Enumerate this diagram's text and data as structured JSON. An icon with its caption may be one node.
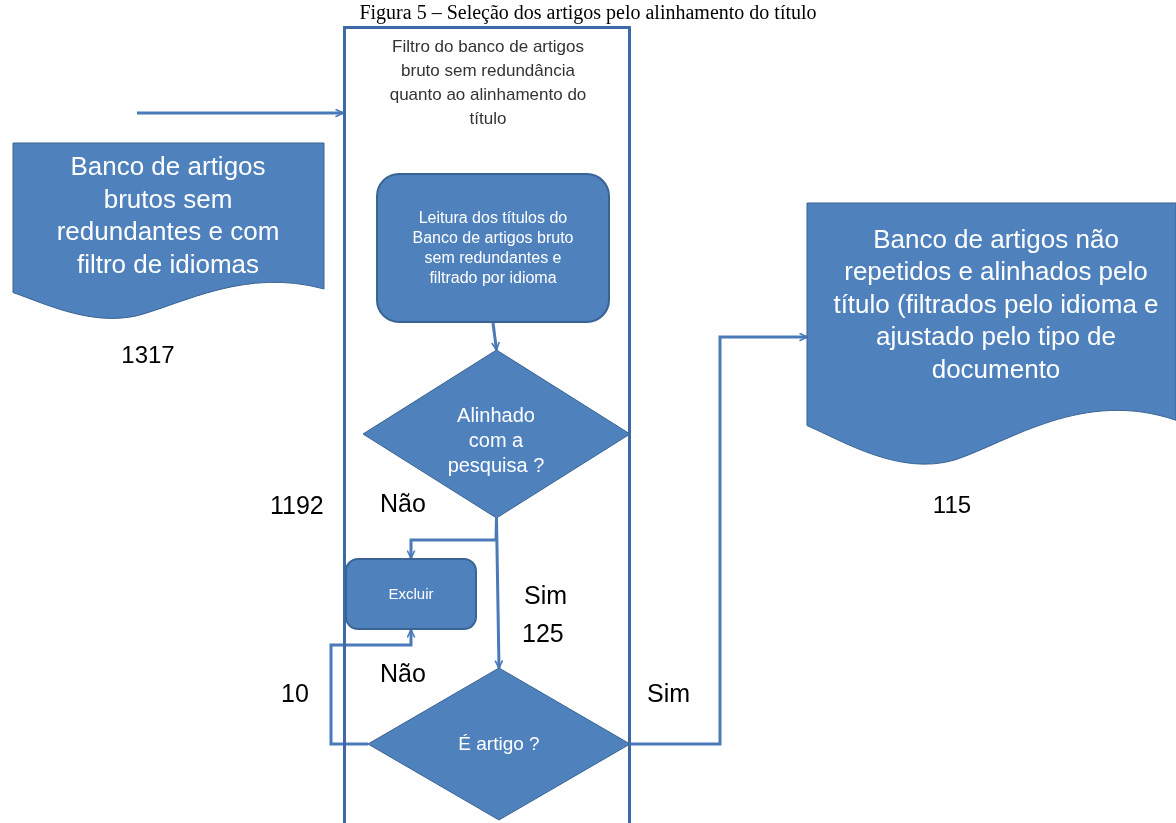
{
  "diagram": {
    "title": "Figura 5 – Seleção dos artigos pelo alinhamento do título",
    "nodes": [
      {
        "text": [
          "Filtro do banco de artigos bruto sem redundância quanto ao alinhamento do título"
        ]
      },
      {
        "text": [
          "Banco de artigos brutos sem redundantes e com filtro de idiomas"
        ],
        "beside": [
          "1317"
        ]
      },
      {
        "text": [
          "Leitura dos títulos do Banco de artigos bruto sem redundantes e filtrado por idioma"
        ],
        "in": 0
      },
      {
        "text": [
          "Alinhado com a pesquisa ?"
        ],
        "in": 0
      },
      {
        "text": [
          "Excluir"
        ],
        "in": 0
      },
      {
        "text": [
          "É artigo ?"
        ],
        "in": 0
      },
      {
        "text": [
          "Banco de artigos não repetidos e alinhados pelo título (filtrados pelo idioma e ajustado pelo tipo de documento"
        ],
        "beside": [
          "115"
        ]
      }
    ],
    "edges": [
      {
        "from": null,
        "to": 0,
        "arrow": "to"
      },
      {
        "from": 2,
        "to": 3,
        "arrow": "to"
      },
      {
        "from": 3,
        "to": 4,
        "arrow": "to",
        "label": "Não"
      },
      {
        "from": 3,
        "to": 5,
        "arrow": "to",
        "label": "Sim"
      },
      {
        "from": 5,
        "to": 4,
        "arrow": "to",
        "label": "Não"
      },
      {
        "from": 5,
        "to": 6,
        "arrow": "to",
        "label": "Sim"
      }
    ],
    "labels": [
      "1192",
      "125",
      "10"
    ]
  }
}
